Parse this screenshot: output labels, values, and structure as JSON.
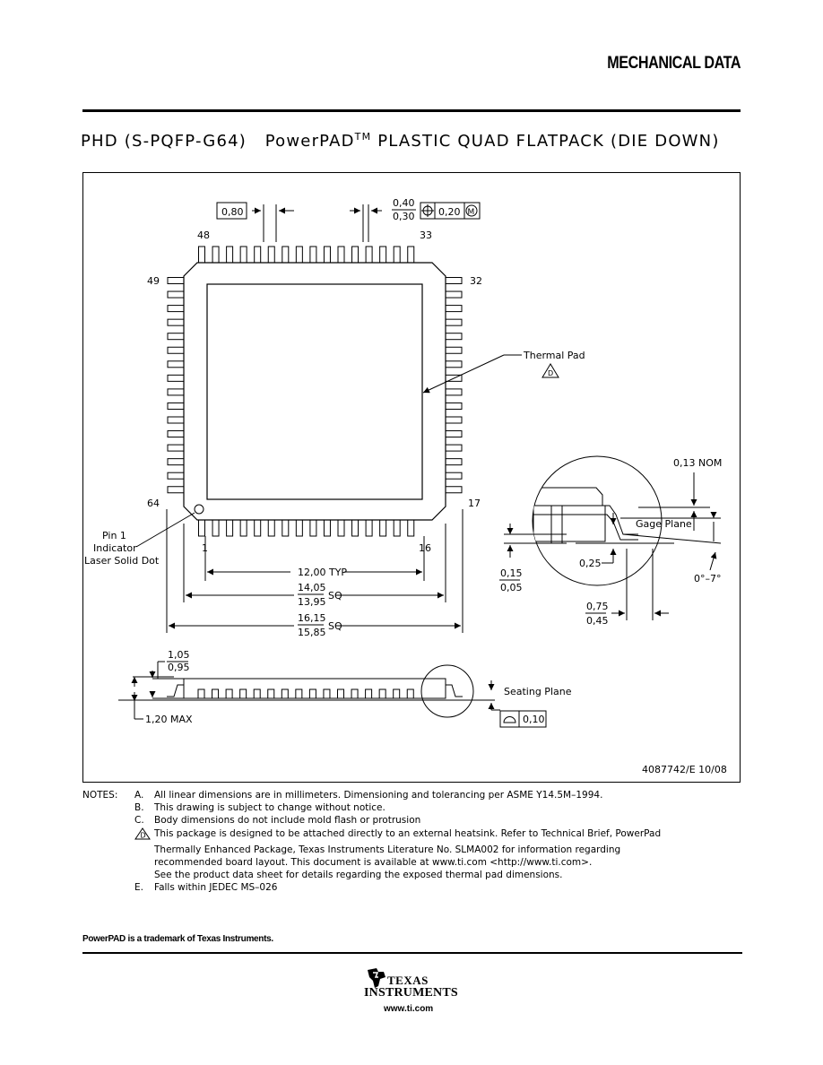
{
  "header": {
    "title": "MECHANICAL DATA"
  },
  "package": {
    "code": "PHD (S-PQFP-G64)",
    "name_prefix": "PowerPAD",
    "tm": "TM",
    "name_suffix": "PLASTIC QUAD FLATPACK (DIE DOWN)"
  },
  "drawing": {
    "pitch": "0,80",
    "lead_width_max": "0,40",
    "lead_width_min": "0,30",
    "tol_value": "0,20",
    "tol_modifier": "M",
    "pin_48": "48",
    "pin_33": "33",
    "pin_49": "49",
    "pin_32": "32",
    "pin_64": "64",
    "pin_17": "17",
    "pin_1": "1",
    "pin_16": "16",
    "thermal_pad": "Thermal Pad",
    "note_flag": "D",
    "pin1_l1": "Pin 1",
    "pin1_l2": "Indicator",
    "pin1_l3": "Laser Solid Dot",
    "dim_12": "12,00 TYP",
    "dim_14_max": "14,05",
    "dim_14_min": "13,95",
    "dim_16_max": "16,15",
    "dim_16_min": "15,85",
    "sq": "SQ",
    "nom": "0,13 NOM",
    "gage_plane": "Gage Plane",
    "standoff_max": "0,15",
    "standoff_min": "0,05",
    "gage_dim": "0,25",
    "angle": "0°–7°",
    "foot_max": "0,75",
    "foot_min": "0,45",
    "body_h_max": "1,05",
    "body_h_min": "0,95",
    "max_h": "1,20 MAX",
    "seating_plane": "Seating Plane",
    "coplanarity": "0,10",
    "doc_id": "4087742/E 10/08"
  },
  "notes": {
    "label": "NOTES:",
    "items": [
      {
        "letter": "A.",
        "text": "All linear dimensions are in millimeters. Dimensioning and tolerancing per ASME Y14.5M–1994."
      },
      {
        "letter": "B.",
        "text": "This drawing is subject to change without notice."
      },
      {
        "letter": "C.",
        "text": "Body dimensions do not include mold flash or protrusion"
      },
      {
        "letter": "D",
        "text": "This package is designed to be attached directly to an external heatsink. Refer to Technical Brief, PowerPad"
      },
      {
        "letter": "",
        "text": "Thermally Enhanced Package, Texas Instruments Literature No. SLMA002 for information regarding"
      },
      {
        "letter": "",
        "text": "recommended board layout.  This document is available at www.ti.com <http://www.ti.com>."
      },
      {
        "letter": "",
        "text": "See the product data sheet for details regarding the exposed thermal pad dimensions."
      },
      {
        "letter": "E.",
        "text": "Falls within JEDEC MS–026"
      }
    ]
  },
  "footer": {
    "trademark": "PowerPAD is a trademark of Texas Instruments.",
    "logo_line1": "TEXAS",
    "logo_line2": "INSTRUMENTS",
    "url": "www.ti.com"
  }
}
